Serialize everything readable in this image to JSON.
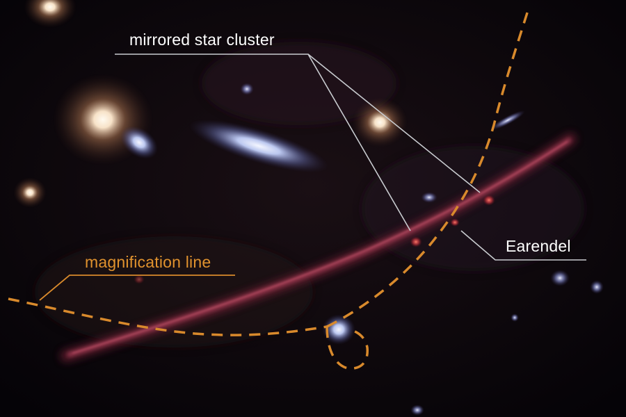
{
  "labels": {
    "cluster": "mirrored star cluster",
    "earendel": "Earendel",
    "magnification": "magnification line"
  },
  "colors": {
    "label_white": "#ffffff",
    "label_orange": "#e0922e",
    "dashed_line": "#d98a2c",
    "leader_line": "#c9ccd0",
    "arc_red": "#9a3a52",
    "background": "#07050a"
  }
}
